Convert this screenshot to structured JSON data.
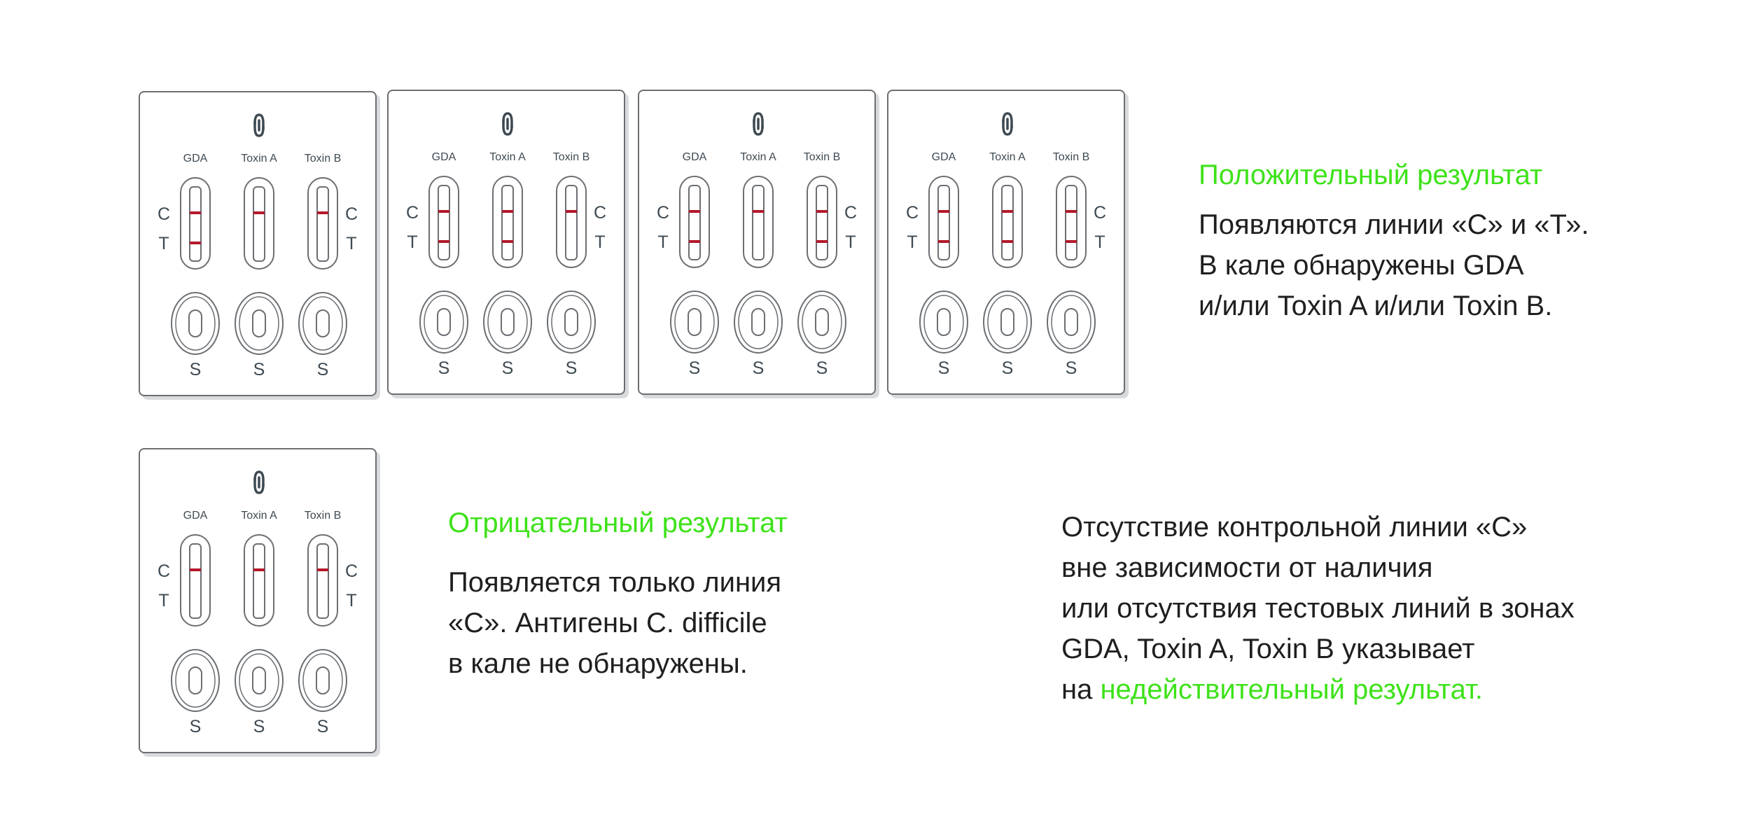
{
  "colors": {
    "accent_green": "#3ee21a",
    "line_red": "#b3192b",
    "outline": "#6b6f73",
    "text": "#1f1f1f"
  },
  "icons": {
    "brand": "chain-link-icon"
  },
  "cassettes": [
    {
      "columns": [
        {
          "label": "GDA",
          "c_line": true,
          "t_line": true,
          "side": "C",
          "side_t": "T",
          "sample": "S"
        },
        {
          "label": "Toxin A",
          "c_line": true,
          "t_line": false,
          "sample": "S"
        },
        {
          "label": "Toxin B",
          "c_line": true,
          "t_line": false,
          "side": "C",
          "side_t": "T",
          "sample": "S"
        }
      ]
    },
    {
      "columns": [
        {
          "label": "GDA",
          "c_line": true,
          "t_line": true,
          "side": "C",
          "side_t": "T",
          "sample": "S"
        },
        {
          "label": "Toxin A",
          "c_line": true,
          "t_line": true,
          "sample": "S"
        },
        {
          "label": "Toxin B",
          "c_line": true,
          "t_line": false,
          "side": "C",
          "side_t": "T",
          "sample": "S"
        }
      ]
    },
    {
      "columns": [
        {
          "label": "GDA",
          "c_line": true,
          "t_line": true,
          "side": "C",
          "side_t": "T",
          "sample": "S"
        },
        {
          "label": "Toxin A",
          "c_line": true,
          "t_line": false,
          "sample": "S"
        },
        {
          "label": "Toxin B",
          "c_line": true,
          "t_line": true,
          "side": "C",
          "side_t": "T",
          "sample": "S"
        }
      ]
    },
    {
      "columns": [
        {
          "label": "GDA",
          "c_line": true,
          "t_line": true,
          "side": "C",
          "side_t": "T",
          "sample": "S"
        },
        {
          "label": "Toxin A",
          "c_line": true,
          "t_line": true,
          "sample": "S"
        },
        {
          "label": "Toxin B",
          "c_line": true,
          "t_line": true,
          "side": "C",
          "side_t": "T",
          "sample": "S"
        }
      ]
    },
    {
      "columns": [
        {
          "label": "GDA",
          "c_line": true,
          "t_line": false,
          "side": "C",
          "side_t": "T",
          "sample": "S"
        },
        {
          "label": "Toxin A",
          "c_line": true,
          "t_line": false,
          "sample": "S"
        },
        {
          "label": "Toxin B",
          "c_line": true,
          "t_line": false,
          "side": "C",
          "side_t": "T",
          "sample": "S"
        }
      ]
    }
  ],
  "positive": {
    "heading": "Положительный результат",
    "lines": [
      "Появляются линии «С» и «Т».",
      "В кале обнаружены GDA",
      "и/или Toxin A и/или Toxin B."
    ]
  },
  "negative": {
    "heading": "Отрицательный результат",
    "lines": [
      "Появляется только линия",
      "«С». Антигены C. difficile",
      "в кале не обнаружены."
    ]
  },
  "invalid": {
    "lines": [
      "Отсутствие контрольной линии «С»",
      "вне зависимости от наличия",
      "или отсутствия тестовых линий в зонах",
      "GDA, Toxin A, Toxin B указывает"
    ],
    "last_prefix": "на ",
    "last_highlight": "недействительный результат."
  }
}
